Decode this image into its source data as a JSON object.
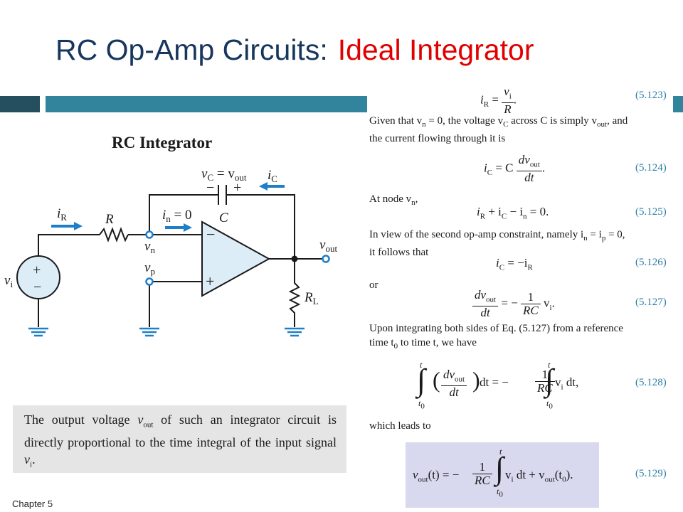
{
  "slide": {
    "title_part1": "RC Op-Amp Circuits:",
    "title_part2": "Ideal Integrator",
    "footer": "Chapter 5"
  },
  "circuit": {
    "heading": "RC Integrator",
    "heading_color": "#c0282c",
    "wire_color": "#1a1a1a",
    "arrow_color": "#1f7ec8",
    "node_color": "#1f7ec8",
    "opamp_fill": "#dcedf8",
    "labels": {
      "vc_eq": "v",
      "vc_sub": "C",
      "eq_sign": " = v",
      "vout_sub": "out",
      "ic": "i",
      "ic_sub": "C",
      "minus": "−",
      "plus": "+",
      "c": "C",
      "ir": "i",
      "ir_sub": "R",
      "r": "R",
      "in_eq": "i",
      "in_sub": "n",
      "in_rest": " = 0",
      "vn": "v",
      "vn_sub": "n",
      "vp": "v",
      "vp_sub": "p",
      "vout": "v",
      "vout_sub2": "out",
      "vi": "v",
      "vi_sub": "i",
      "rl": "R",
      "rl_sub": "L",
      "op_minus": "−",
      "op_plus": "+",
      "src_plus": "+",
      "src_minus": "−"
    }
  },
  "caption": {
    "text_a": "The output voltage ",
    "v": "v",
    "out": "out",
    "text_b": " of such an integrator circuit is directly proportional to the time integral of the input signal ",
    "vi": "v",
    "i": "i",
    "end": "."
  },
  "derivation": {
    "eq123": {
      "lhs": "i",
      "lhs_sub": "R",
      "eq": " = ",
      "num": "v",
      "num_sub": "i",
      "den": "R",
      "end": ".",
      "number": "(5.123)"
    },
    "p1_line1": "Given that v",
    "p1_n": "n",
    "p1_line1b": " = 0, the voltage v",
    "p1_c": "C",
    "p1_line1c": " across C is simply v",
    "p1_out": "out",
    "p1_line1d": ", and",
    "p1_line2": "the current flowing through it is",
    "eq124": {
      "lhs": "i",
      "lhs_sub": "C",
      "eq": " = C ",
      "num": "dv",
      "num_sub": "out",
      "den": "dt",
      "end": ".",
      "number": "(5.124)"
    },
    "p2": "At node v",
    "p2_sub": "n",
    "p2_end": ",",
    "eq125": {
      "text": "i",
      "s1": "R",
      "t2": " + i",
      "s2": "C",
      "t3": " − i",
      "s3": "n",
      "t4": " = 0.",
      "number": "(5.125)"
    },
    "p3_line1": "In view of the second op-amp constraint, namely i",
    "p3_n": "n",
    "p3_mid": " = i",
    "p3_p": "p",
    "p3_end": " = 0,",
    "p3_line2": "it follows that",
    "eq126": {
      "text": "i",
      "s1": "C",
      "t2": " = −i",
      "s2": "R",
      "number": "(5.126)"
    },
    "p4": "or",
    "eq127": {
      "num": "dv",
      "num_sub": "out",
      "den": "dt",
      "eq": " = − ",
      "num2": "1",
      "den2": "RC",
      "tail": " v",
      "tail_sub": "i",
      "end": ".",
      "number": "(5.127)"
    },
    "p5_line1": "Upon integrating both sides of Eq. (5.127) from a reference",
    "p5_line2": "time t",
    "p5_sub": "0",
    "p5_line2b": " to time t, we have",
    "eq128": {
      "top": "t",
      "bot": "t",
      "bot_sub": "0",
      "num": "dv",
      "num_sub": "out",
      "den": "dt",
      "mid": " dt = − ",
      "num2": "1",
      "den2": "RC",
      "top2": "t",
      "bot2": "t",
      "bot2_sub": "0",
      "tail": " v",
      "tail_sub": "i",
      "tail2": " dt,",
      "number": "(5.128)"
    },
    "p6": "which leads to",
    "eq129": {
      "lhs": "v",
      "lhs_sub": "out",
      "lhs2": "(t) = − ",
      "num": "1",
      "den": "RC",
      "top": "t",
      "bot": "t",
      "bot_sub": "0",
      "tail": " v",
      "tail_sub": "i",
      "tail2": " dt + v",
      "tail_sub2": "out",
      "tail3": "(t",
      "tail_sub3": "0",
      "tail4": ").",
      "number": "(5.129)",
      "box_color": "#d8d8ee"
    }
  }
}
